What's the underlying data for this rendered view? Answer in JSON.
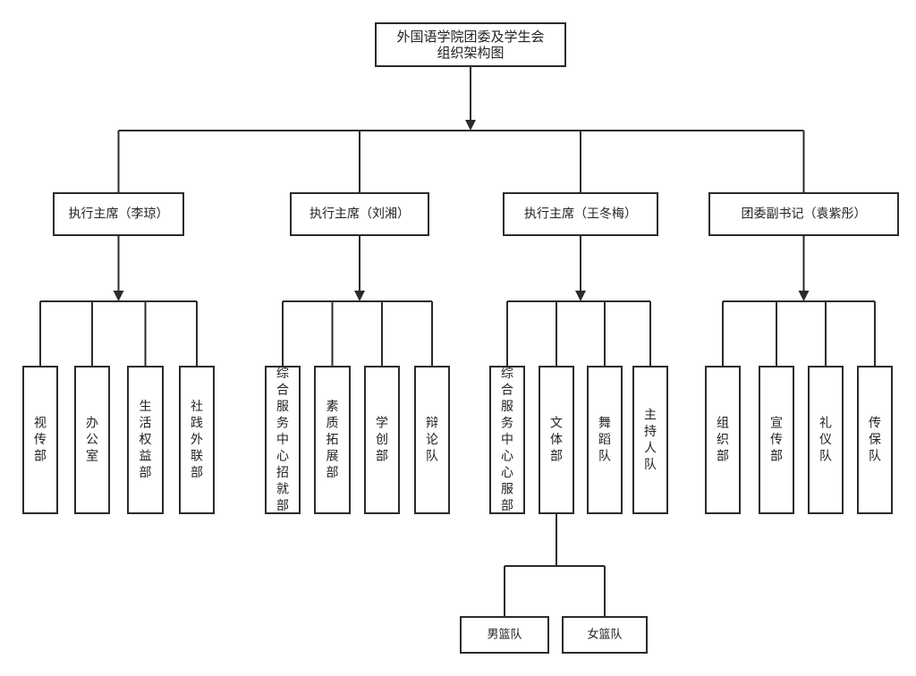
{
  "root": {
    "lines": [
      "外国语学院团委及学生会",
      "组织架构图"
    ]
  },
  "leaders": [
    {
      "label": "执行主席（李琼）",
      "departments": [
        "视传部",
        "办公室",
        "生活权益部",
        "社践外联部"
      ]
    },
    {
      "label": "执行主席（刘湘）",
      "departments": [
        "综合服务中心招就部",
        "素质拓展部",
        "学创部",
        "辩论队"
      ]
    },
    {
      "label": "执行主席（王冬梅）",
      "departments": [
        "综合服务中心心服部",
        "文体部",
        "舞蹈队",
        "主持人队"
      ]
    },
    {
      "label": "团委副书记（袁紫彤）",
      "departments": [
        "组织部",
        "宣传部",
        "礼仪队",
        "传保队"
      ]
    }
  ],
  "sub_departments": {
    "parent": "文体部",
    "items": [
      "男篮队",
      "女篮队"
    ]
  },
  "colors": {
    "stroke": "#2b2b2b",
    "fill": "#ffffff",
    "text": "#222222"
  }
}
